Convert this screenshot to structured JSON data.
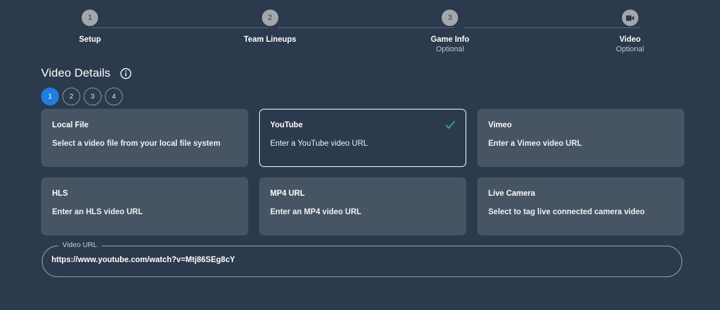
{
  "stepper": {
    "steps": [
      {
        "marker": "1",
        "marker_type": "number",
        "label": "Setup",
        "sub": ""
      },
      {
        "marker": "2",
        "marker_type": "number",
        "label": "Team Lineups",
        "sub": ""
      },
      {
        "marker": "3",
        "marker_type": "number",
        "label": "Game Info",
        "sub": "Optional"
      },
      {
        "marker": "video-camera-icon",
        "marker_type": "icon",
        "label": "Video",
        "sub": "Optional"
      }
    ]
  },
  "section": {
    "title": "Video Details",
    "info_icon": "info-circle-icon"
  },
  "pagination": {
    "dots": [
      "1",
      "2",
      "3",
      "4"
    ],
    "active_index": 0,
    "active_color": "#1f7fe0"
  },
  "source_cards": [
    {
      "title": "Local File",
      "desc": "Select a video file from your local file system",
      "selected": false
    },
    {
      "title": "YouTube",
      "desc": "Enter a YouTube video URL",
      "selected": true,
      "check_icon": "check-icon",
      "check_color": "#2eb872"
    },
    {
      "title": "Vimeo",
      "desc": "Enter a Vimeo video URL",
      "selected": false
    },
    {
      "title": "HLS",
      "desc": "Enter an HLS video URL",
      "selected": false
    },
    {
      "title": "MP4 URL",
      "desc": "Enter an MP4 video URL",
      "selected": false
    },
    {
      "title": "Live Camera",
      "desc": "Select to tag live connected camera video",
      "selected": false
    }
  ],
  "url_field": {
    "legend": "Video URL",
    "value": "https://www.youtube.com/watch?v=Mtj86SEg8cY",
    "placeholder": "Video URL"
  },
  "colors": {
    "background": "#2c3a4d",
    "card": "#475463",
    "accent": "#1f7fe0",
    "success": "#2eb872",
    "step_circle": "#a3a7ab",
    "connector": "#5c6878"
  }
}
